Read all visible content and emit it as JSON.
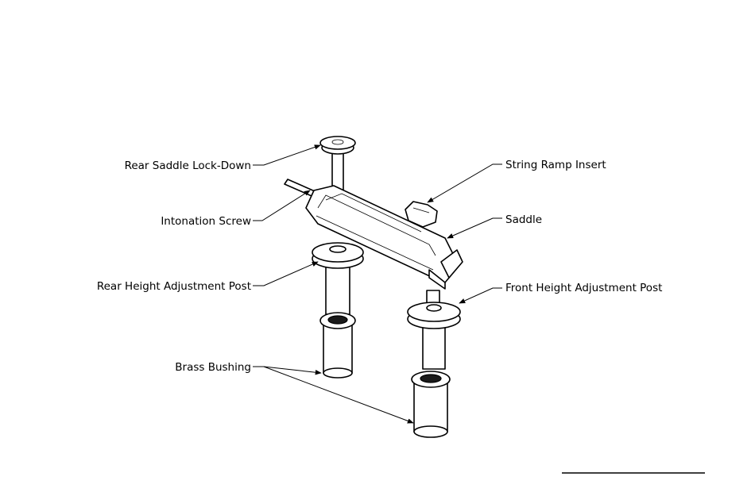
{
  "labels": {
    "rear_saddle_lockdown": "Rear Saddle Lock-Down",
    "string_ramp_insert": "String Ramp Insert",
    "intonation_screw": "Intonation Screw",
    "saddle": "Saddle",
    "rear_height_post": "Rear Height Adjustment Post",
    "front_height_post": "Front Height Adjustment Post",
    "brass_bushing": "Brass Bushing"
  },
  "colors": {
    "ink": "#000000",
    "background": "#ffffff"
  }
}
